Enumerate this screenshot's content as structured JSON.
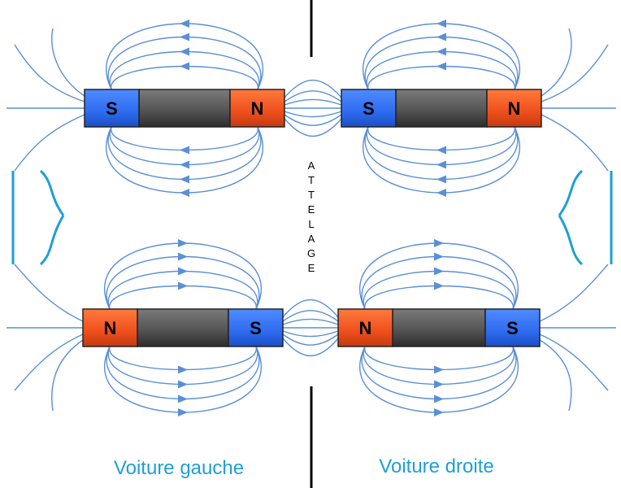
{
  "colors": {
    "field_line": "#5a8fd6",
    "north": "#ef4f1c",
    "south": "#2e6bf0",
    "bar_middle": "#555555",
    "caption": "#1e9fd6",
    "coupling_bar": "#1e9fd6"
  },
  "captions": {
    "left": "Voiture gauche",
    "right": "Voiture droite"
  },
  "separator_text": "ATTELAGE",
  "magnets": [
    {
      "id": "top-left",
      "left_pole": "S",
      "right_pole": "N"
    },
    {
      "id": "top-right",
      "left_pole": "S",
      "right_pole": "N"
    },
    {
      "id": "bottom-left",
      "left_pole": "N",
      "right_pole": "S"
    },
    {
      "id": "bottom-right",
      "left_pole": "N",
      "right_pole": "S"
    }
  ]
}
